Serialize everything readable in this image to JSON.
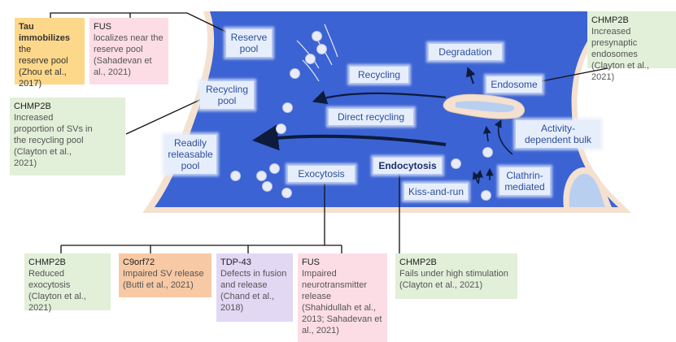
{
  "terminal_labels": {
    "reserve_pool": "Reserve\npool",
    "recycling_pool": "Recycling\npool",
    "readily_releasable_pool": "Readily\nreleasable\npool",
    "exocytosis": "Exocytosis",
    "endocytosis": "Endocytosis",
    "degradation": "Degradation",
    "recycling": "Recycling",
    "direct_recycling": "Direct recycling",
    "endosome": "Endosome",
    "activity_dependent_bulk": "Activity-\ndependent bulk",
    "clathrin_mediated": "Clathrin-\nmediated",
    "kiss_and_run": "Kiss-and-run"
  },
  "notes": {
    "tau": {
      "head_bold": "Tau",
      "head_rest": "immobilizes",
      "body": "the\nreserve pool\n(Zhou et al.,\n2017)"
    },
    "fus_top": {
      "head": "FUS",
      "body": "localizes near the\nreserve pool\n(Sahadevan et\nal., 2021)"
    },
    "chmp2b_recycling": {
      "head": "CHMP2B",
      "body": "Increased\nproportion of SVs in\nthe recycling pool\n(Clayton et al.,\n2021)"
    },
    "chmp2b_endosome": {
      "head": "CHMP2B",
      "body": "Increased presynaptic\nendosomes\n(Clayton et al., 2021)"
    },
    "chmp2b_exo": {
      "head": "CHMP2B",
      "body": "Reduced exocytosis\n(Clayton et al.,\n2021)"
    },
    "c9orf72": {
      "head": "C9orf72",
      "body": "Impaired SV release\n(Butti et al., 2021)"
    },
    "tdp43": {
      "head": "TDP-43",
      "body": "Defects in fusion\nand release\n(Chand et al.,\n2018)"
    },
    "fus_bottom": {
      "head": "FUS",
      "body": "Impaired\nneurotransmitter\nrelease\n(Shahidullah et al.,\n2013; Sahadevan et\nal., 2021)"
    },
    "chmp2b_endo": {
      "head": "CHMP2B",
      "body": "Fails under high stimulation\n(Clayton et al., 2021)"
    }
  },
  "colors": {
    "terminal": "#3b63d3",
    "membrane": "#f4e1cf",
    "green": "#e2efd9",
    "pink": "#fcdde5",
    "yellow": "#fdd88a",
    "orange": "#f7c9a5",
    "purple": "#e2d8f3"
  }
}
